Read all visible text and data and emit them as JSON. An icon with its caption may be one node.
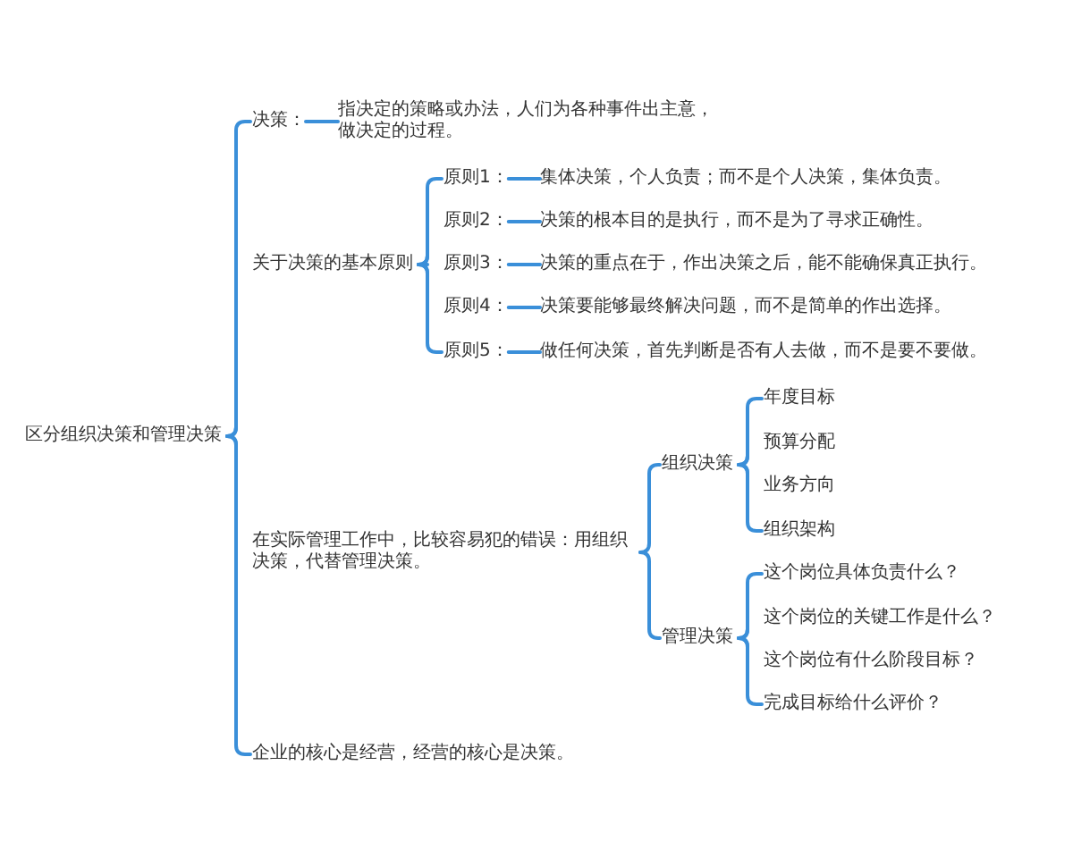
{
  "diagram": {
    "nodes": [
      {
        "text": [
          "区分组织决策和管理决策"
        ]
      },
      {
        "text": [
          "决策："
        ]
      },
      {
        "text": [
          "指决定的策略或办法，人们为各种事件出主意，做决定的过程。"
        ]
      },
      {
        "text": [
          "关于决策的基本原则"
        ]
      },
      {
        "text": [
          "原则1："
        ]
      },
      {
        "text": [
          "集体决策，个人负责；而不是个人决策，集体负责。"
        ]
      },
      {
        "text": [
          "原则2："
        ]
      },
      {
        "text": [
          "决策的根本目的是执行，而不是为了寻求正确性。"
        ]
      },
      {
        "text": [
          "原则3："
        ]
      },
      {
        "text": [
          "决策的重点在于，作出决策之后，能不能确保真正执行。"
        ]
      },
      {
        "text": [
          "原则4："
        ]
      },
      {
        "text": [
          "决策要能够最终解决问题，而不是简单的作出选择。"
        ]
      },
      {
        "text": [
          "原则5："
        ]
      },
      {
        "text": [
          "做任何决策，首先判断是否有人去做，而不是要不要做。"
        ]
      },
      {
        "text": [
          "在实际管理工作中，比较容易犯的错误：用组织决策，代替管理决策。"
        ]
      },
      {
        "text": [
          "组织决策"
        ]
      },
      {
        "text": [
          "年度目标"
        ]
      },
      {
        "text": [
          "预算分配"
        ]
      },
      {
        "text": [
          "业务方向"
        ]
      },
      {
        "text": [
          "组织架构"
        ]
      },
      {
        "text": [
          "管理决策"
        ]
      },
      {
        "text": [
          "这个岗位具体负责什么？"
        ]
      },
      {
        "text": [
          "这个岗位的关键工作是什么？"
        ]
      },
      {
        "text": [
          "这个岗位有什么阶段目标？"
        ]
      },
      {
        "text": [
          "完成目标给什么评价？"
        ]
      },
      {
        "text": [
          "企业的核心是经营，经营的核心是决策。"
        ]
      }
    ],
    "edges": [
      {
        "from": 0,
        "to": 1,
        "arrow": "none"
      },
      {
        "from": 0,
        "to": 3,
        "arrow": "none"
      },
      {
        "from": 0,
        "to": 14,
        "arrow": "none"
      },
      {
        "from": 0,
        "to": 25,
        "arrow": "none"
      },
      {
        "from": 1,
        "to": 2,
        "arrow": "none"
      },
      {
        "from": 3,
        "to": 4,
        "arrow": "none"
      },
      {
        "from": 3,
        "to": 6,
        "arrow": "none"
      },
      {
        "from": 3,
        "to": 8,
        "arrow": "none"
      },
      {
        "from": 3,
        "to": 10,
        "arrow": "none"
      },
      {
        "from": 3,
        "to": 12,
        "arrow": "none"
      },
      {
        "from": 4,
        "to": 5,
        "arrow": "none"
      },
      {
        "from": 6,
        "to": 7,
        "arrow": "none"
      },
      {
        "from": 8,
        "to": 9,
        "arrow": "none"
      },
      {
        "from": 10,
        "to": 11,
        "arrow": "none"
      },
      {
        "from": 12,
        "to": 13,
        "arrow": "none"
      },
      {
        "from": 14,
        "to": 15,
        "arrow": "none"
      },
      {
        "from": 14,
        "to": 20,
        "arrow": "none"
      },
      {
        "from": 15,
        "to": 16,
        "arrow": "none"
      },
      {
        "from": 15,
        "to": 17,
        "arrow": "none"
      },
      {
        "from": 15,
        "to": 18,
        "arrow": "none"
      },
      {
        "from": 15,
        "to": 19,
        "arrow": "none"
      },
      {
        "from": 20,
        "to": 21,
        "arrow": "none"
      },
      {
        "from": 20,
        "to": 22,
        "arrow": "none"
      },
      {
        "from": 20,
        "to": 23,
        "arrow": "none"
      },
      {
        "from": 20,
        "to": 24,
        "arrow": "none"
      }
    ]
  }
}
